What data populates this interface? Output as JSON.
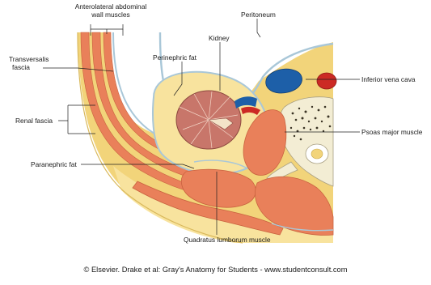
{
  "labels": {
    "anterolateral_line1": "Anterolateral abdominal",
    "anterolateral_line2": "wall muscles",
    "peritoneum": "Peritoneum",
    "kidney": "Kidney",
    "transversalis_line1": "Transversalis",
    "transversalis_line2": "fascia",
    "perinephric_fat": "Perinephric fat",
    "inferior_vena_cava": "Inferior vena cava",
    "renal_fascia": "Renal fascia",
    "psoas_major": "Psoas major muscle",
    "paranephric_fat": "Paranephric fat",
    "quadratus_lumborum": "Quadratus lumborum muscle"
  },
  "credit": "© Elsevier. Drake et al: Gray's Anatomy for Students - www.studentconsult.com",
  "colors": {
    "fat": "#f2d47a",
    "fat_light": "#f8e39e",
    "muscle": "#e9805a",
    "muscle_dark": "#c9623f",
    "kidney": "#c8766a",
    "kidney_medulla": "#b45e54",
    "fascia_blue": "#a9c7d8",
    "vein": "#1d5fa8",
    "artery": "#cc2a24",
    "bone": "#f3edd4",
    "bone_dark": "#3b3425",
    "leader": "#222222"
  }
}
